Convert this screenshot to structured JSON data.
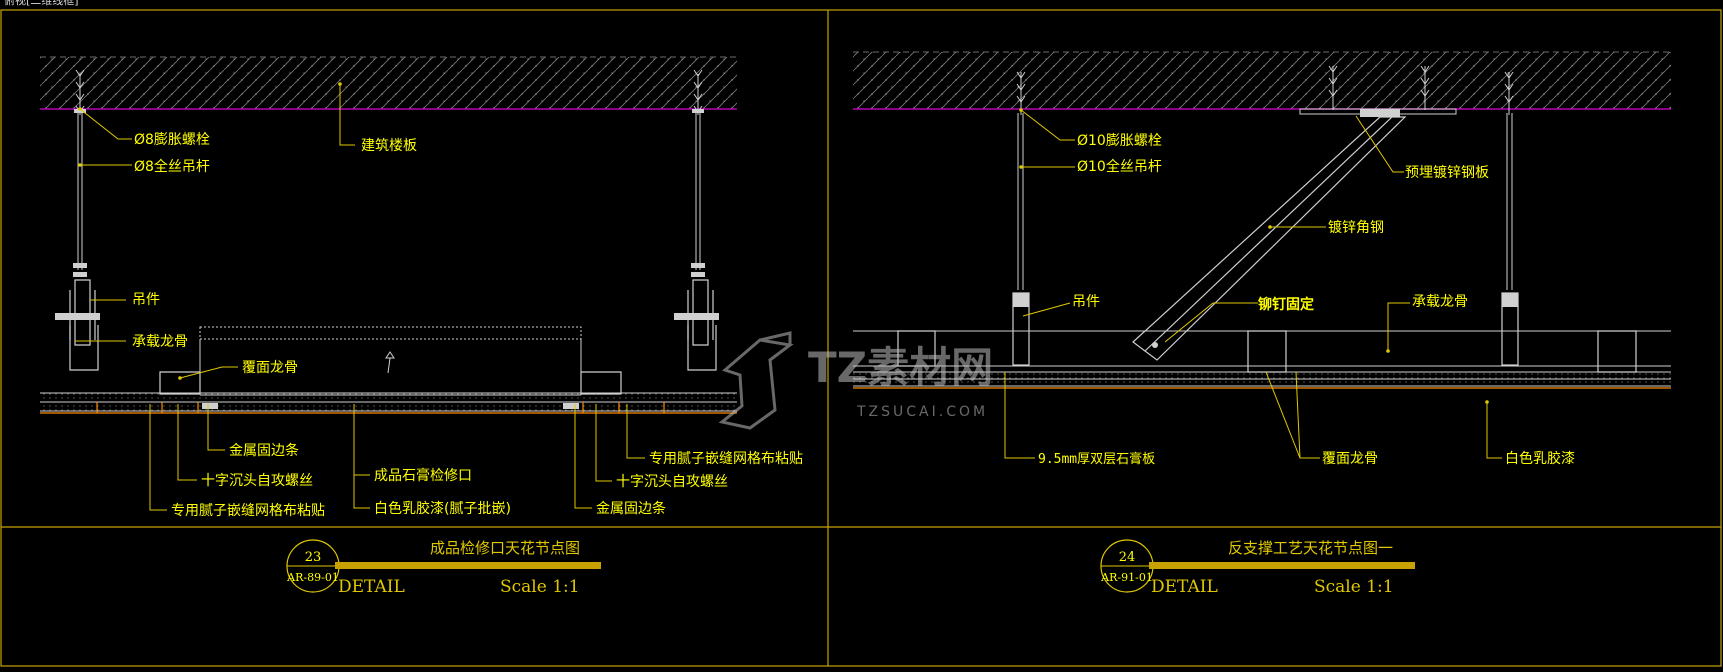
{
  "viewport": {
    "tab_label": "俯视[二维线框]"
  },
  "colors": {
    "background": "#000000",
    "frame": "#c8a200",
    "label": "#ffff00",
    "line": "#d0d0d0",
    "slab_line": "#b400b4",
    "hatch": "#8a8a8a",
    "leader": "#e0c800",
    "finish": "#ff8c00",
    "title_bar": "#c8a200",
    "watermark": "#9a9a9a"
  },
  "left_detail": {
    "labels": {
      "anchor_bolt": "Ø8膨胀螺栓",
      "hanger_rod": "Ø8全丝吊杆",
      "slab": "建筑楼板",
      "hanger": "吊件",
      "main_runner": "承载龙骨",
      "cover_runner": "覆面龙骨",
      "edge_strip_l": "金属固边条",
      "screw_l": "十字沉头自攻螺丝",
      "tape_l": "专用腻子嵌缝网格布粘贴",
      "access_panel": "成品石膏检修口",
      "latex_paint": "白色乳胶漆(腻子批嵌)",
      "tape_r": "专用腻子嵌缝网格布粘贴",
      "screw_r": "十字沉头自攻螺丝",
      "edge_strip_r": "金属固边条"
    },
    "title": {
      "number": "23",
      "sheet": "AR-89-01",
      "name": "成品检修口天花节点图",
      "detail": "DETAIL",
      "scale": "Scale 1:1"
    }
  },
  "right_detail": {
    "labels": {
      "anchor_bolt": "Ø10膨胀螺栓",
      "hanger_rod": "Ø10全丝吊杆",
      "embed_plate": "预埋镀锌钢板",
      "angle_steel": "镀锌角钢",
      "hanger": "吊件",
      "rivet": "铆钉固定",
      "main_runner": "承载龙骨",
      "gypsum": "9.5mm厚双层石膏板",
      "cover_runner": "覆面龙骨",
      "latex_paint": "白色乳胶漆"
    },
    "title": {
      "number": "24",
      "sheet": "AR-91-01",
      "name": "反支撑工艺天花节点图一",
      "detail": "DETAIL",
      "scale": "Scale 1:1"
    }
  },
  "watermark": {
    "brand": "TZ素材网",
    "url": "TZSUCAI.COM"
  }
}
